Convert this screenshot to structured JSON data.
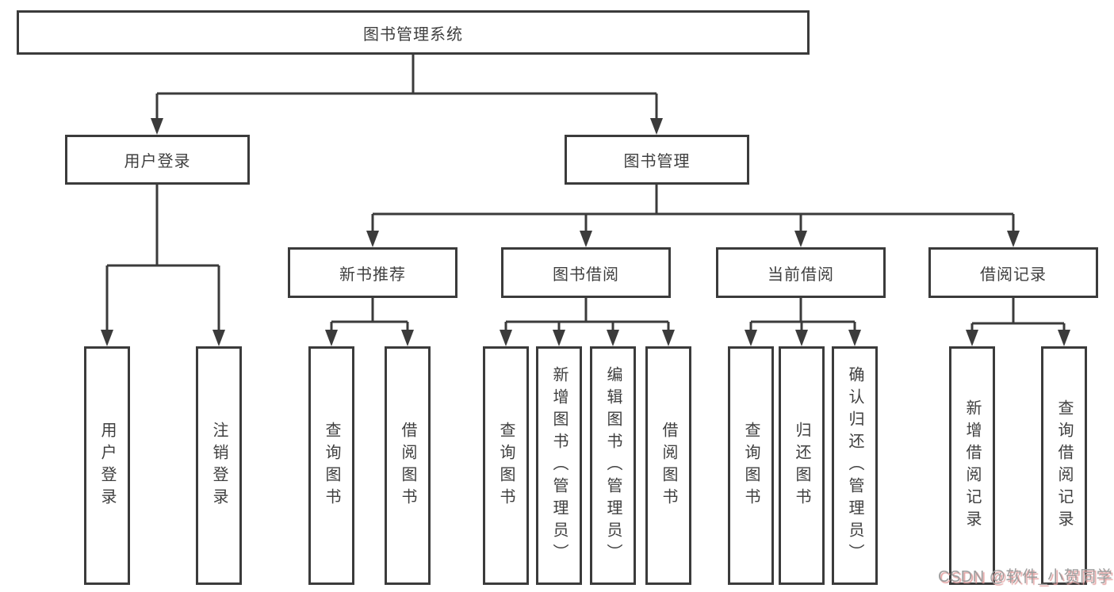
{
  "tree": {
    "root": {
      "label": "图书管理系统"
    },
    "branches": [
      {
        "label": "用户登录",
        "children": [
          {
            "label": "用户登录"
          },
          {
            "label": "注销登录"
          }
        ]
      },
      {
        "label": "图书管理",
        "children": [
          {
            "label": "新书推荐",
            "children": [
              {
                "label": "查询图书"
              },
              {
                "label": "借阅图书"
              }
            ]
          },
          {
            "label": "图书借阅",
            "children": [
              {
                "label": "查询图书"
              },
              {
                "label": "新增图书（管理员）"
              },
              {
                "label": "编辑图书（管理员）"
              },
              {
                "label": "借阅图书"
              }
            ]
          },
          {
            "label": "当前借阅",
            "children": [
              {
                "label": "查询图书"
              },
              {
                "label": "归还图书"
              },
              {
                "label": "确认归还（管理员）"
              }
            ]
          },
          {
            "label": "借阅记录",
            "children": [
              {
                "label": "新增借阅记录"
              },
              {
                "label": "查询借阅记录"
              }
            ]
          }
        ]
      }
    ]
  },
  "watermark": {
    "text": "CSDN @软件_小贺同学"
  },
  "colors": {
    "line": "#3b3b3b",
    "text": "#3f3f3f",
    "watermark": "#9d9d9d",
    "watermark_shadow": "#e3a0a0"
  }
}
